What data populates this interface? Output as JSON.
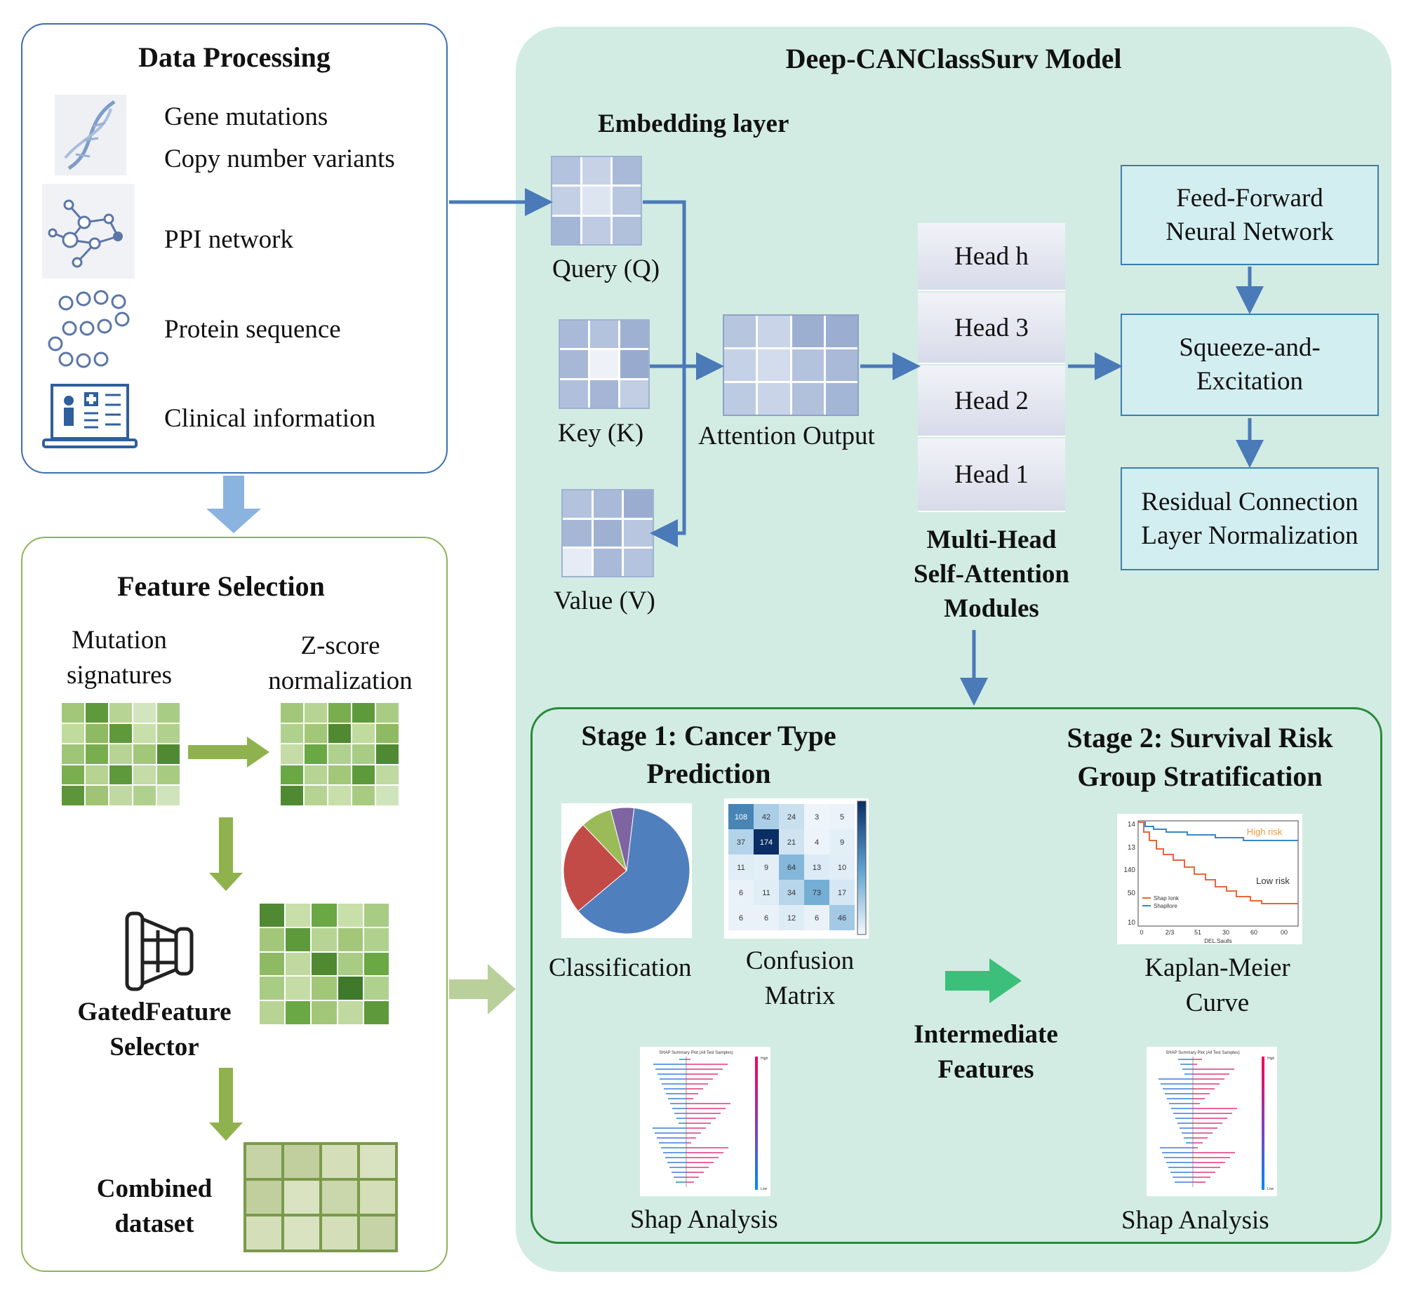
{
  "data_processing": {
    "title": "Data Processing",
    "items": [
      "Gene  mutations",
      "Copy number variants",
      "PPI network",
      "Protein sequence",
      "Clinical information"
    ],
    "icons": [
      "dna-icon",
      "network-icon",
      "protein-chain-icon",
      "clinical-laptop-icon"
    ]
  },
  "feature_selection": {
    "title": "Feature Selection",
    "mutation_signatures": [
      "Mutation",
      "signatures"
    ],
    "zscore": [
      "Z-score",
      "normalization"
    ],
    "gated": [
      "GatedFeature",
      "Selector"
    ],
    "combined": [
      "Combined",
      "dataset"
    ]
  },
  "model": {
    "title": "Deep-CANClassSurv Model",
    "embedding": "Embedding layer",
    "query": "Query (Q)",
    "key": "Key (K)",
    "value": "Value (V)",
    "attention_output": "Attention Output",
    "heads": [
      "Head h",
      "Head 3",
      "Head 2",
      "Head 1"
    ],
    "mhsa": [
      "Multi-Head",
      "Self-Attention",
      "Modules"
    ],
    "ffn": [
      "Feed-Forward",
      "Neural Network"
    ],
    "se": [
      "Squeeze-and-",
      "Excitation"
    ],
    "residual": [
      "Residual Connection",
      "Layer Normalization"
    ]
  },
  "stages": {
    "stage1": [
      "Stage 1: Cancer Type",
      "Prediction"
    ],
    "stage2": [
      "Stage 2: Survival Risk",
      "Group Stratification"
    ],
    "classification": "Classification",
    "confusion": [
      "Confusion",
      "Matrix"
    ],
    "intermediate": [
      "Intermediate",
      "Features"
    ],
    "km": [
      "Kaplan-Meier",
      "Curve"
    ],
    "shap1": "Shap Analysis",
    "shap2": "Shap Analysis"
  },
  "confusion_matrix": [
    [
      108,
      42,
      24,
      3,
      5
    ],
    [
      37,
      174,
      21,
      4,
      9
    ],
    [
      11,
      9,
      64,
      13,
      10
    ],
    [
      6,
      11,
      34,
      73,
      17
    ],
    [
      6,
      6,
      12,
      6,
      46
    ]
  ],
  "km_plot": {
    "y_ticks": [
      "14",
      "13",
      "140",
      "50",
      "10"
    ],
    "x_ticks": [
      "0",
      "2/3",
      "51",
      "30",
      "60",
      "00"
    ],
    "high_label": "High risk",
    "low_label": "Low risk",
    "legend": [
      "Shap Ionk",
      "Shapllore"
    ],
    "x_label": "DEL.Saulls"
  },
  "shap_plot": {
    "title": "SHAP Summary Plot (All Test Samples)",
    "high": "High",
    "low": "Low"
  },
  "colors": {
    "model_bg": "#d2ece4",
    "dp_border": "#3b6fb0",
    "fs_border": "#8fb35a",
    "stage_border": "#2a8a3a",
    "arrow_blue": "#4a7ab8",
    "arrow_green": "#8fb24e",
    "arrow_teal": "#3bbf7a"
  }
}
